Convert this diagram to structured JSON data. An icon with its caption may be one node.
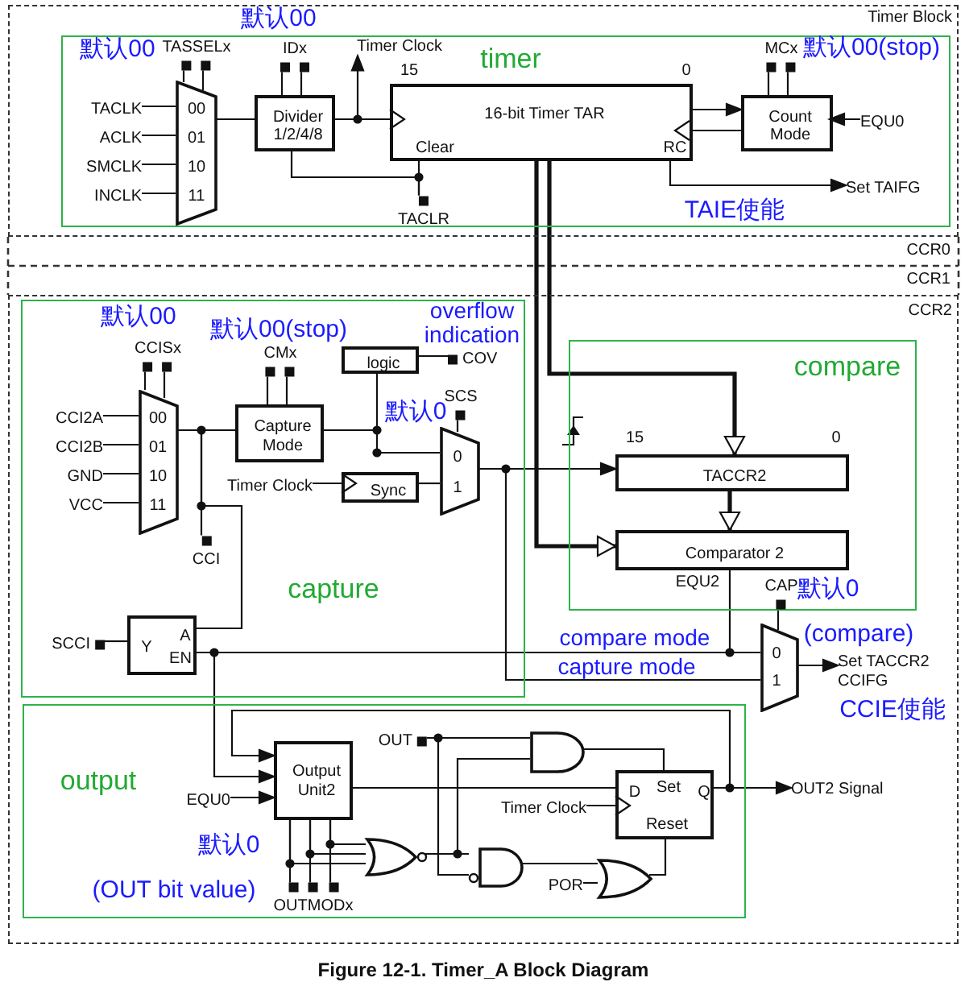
{
  "diagram": {
    "caption": "Figure 12-1. Timer_A Block Diagram",
    "nodes": [
      {
        "text": [
          "Timer Block"
        ]
      },
      {
        "text": [
          "timer"
        ],
        "in": 0
      },
      {
        "text": [
          "00",
          "01",
          "10",
          "11"
        ],
        "in": 1
      },
      {
        "text": [
          "Divider 1/2/4/8"
        ],
        "in": 1
      },
      {
        "text": [
          "15",
          "0",
          "16-bit Timer TAR",
          "Clear",
          "RC"
        ],
        "in": 1
      },
      {
        "text": [
          "Count Mode"
        ],
        "in": 1
      },
      {
        "text": [
          "TACLK"
        ],
        "in": 1
      },
      {
        "text": [
          "ACLK"
        ],
        "in": 1
      },
      {
        "text": [
          "SMCLK"
        ],
        "in": 1
      },
      {
        "text": [
          "INCLK"
        ],
        "in": 1
      },
      {
        "text": [
          "Timer Clock"
        ],
        "in": 1
      },
      {
        "text": [
          "TACLR"
        ],
        "in": 1
      },
      {
        "text": [
          "EQU0"
        ],
        "in": 1
      },
      {
        "text": [
          "Set TAIFG"
        ],
        "in": 1
      },
      {
        "text": [
          "CCR2"
        ]
      },
      {
        "text": [
          "capture"
        ],
        "in": 14
      },
      {
        "text": [
          "00",
          "01",
          "10",
          "11"
        ],
        "in": 15
      },
      {
        "text": [
          "CCI2A"
        ],
        "in": 15
      },
      {
        "text": [
          "CCI2B"
        ],
        "in": 15
      },
      {
        "text": [
          "GND"
        ],
        "in": 15
      },
      {
        "text": [
          "VCC"
        ],
        "in": 15
      },
      {
        "text": [
          "Capture Mode"
        ],
        "in": 15
      },
      {
        "text": [
          "logic"
        ],
        "in": 15
      },
      {
        "text": [
          "COV"
        ],
        "in": 15
      },
      {
        "text": [
          "Sync"
        ],
        "in": 15
      },
      {
        "text": [
          "Timer Clock"
        ],
        "in": 15
      },
      {
        "text": [
          "0",
          "1"
        ],
        "in": 15
      },
      {
        "text": [
          "CCI"
        ],
        "in": 15
      },
      {
        "text": [
          "Y",
          "A",
          "EN"
        ],
        "in": 15
      },
      {
        "text": [
          "SCCI"
        ],
        "in": 15
      },
      {
        "text": [
          "compare"
        ],
        "in": 14
      },
      {
        "text": [
          "15",
          "0",
          "TACCR2"
        ],
        "in": 30
      },
      {
        "text": [
          "Comparator 2"
        ],
        "in": 30
      },
      {
        "text": [
          "0",
          "1"
        ],
        "in": 14
      },
      {
        "text": [
          "Set TACCR2 CCIFG"
        ],
        "in": 14
      },
      {
        "text": [
          "output"
        ],
        "in": 14
      },
      {
        "text": [
          "Output Unit2"
        ],
        "in": 35
      },
      {
        "text": [
          "EQU0"
        ],
        "in": 35
      },
      {
        "text": [
          "OUT"
        ],
        "in": 35
      },
      {
        "text": [],
        "shape": "gate",
        "in": 35
      },
      {
        "text": [
          "D",
          "Set",
          "Q",
          "Reset"
        ],
        "in": 35
      },
      {
        "text": [
          "Timer Clock"
        ],
        "in": 35
      },
      {
        "text": [],
        "shape": "gate",
        "in": 35
      },
      {
        "text": [],
        "shape": "gate",
        "in": 35
      },
      {
        "text": [
          "POR"
        ],
        "in": 35
      },
      {
        "text": [],
        "shape": "gate",
        "in": 35
      },
      {
        "text": [
          "OUT2 Signal"
        ],
        "in": 14
      },
      {
        "text": [
          "TASSELx"
        ],
        "in": 1
      },
      {
        "text": [
          "IDx"
        ],
        "in": 1
      },
      {
        "text": [
          "MCx"
        ],
        "in": 1
      },
      {
        "text": [
          "CCISx"
        ],
        "in": 15
      },
      {
        "text": [
          "CMx"
        ],
        "in": 15
      },
      {
        "text": [
          "SCS"
        ],
        "in": 15
      },
      {
        "text": [
          "CAP"
        ],
        "in": 30
      },
      {
        "text": [
          "OUTMODx"
        ],
        "in": 35
      }
    ],
    "edges": [
      {
        "from": 6,
        "to": 2,
        "arrow": "none"
      },
      {
        "from": 7,
        "to": 2,
        "arrow": "none"
      },
      {
        "from": 8,
        "to": 2,
        "arrow": "none"
      },
      {
        "from": 9,
        "to": 2,
        "arrow": "none"
      },
      {
        "from": 2,
        "to": 3,
        "arrow": "none"
      },
      {
        "from": 3,
        "to": 4,
        "arrow": "to"
      },
      {
        "from": 3,
        "to": 10,
        "arrow": "to"
      },
      {
        "from": 4,
        "to": 5,
        "arrow": "to"
      },
      {
        "from": 5,
        "to": 4,
        "arrow": "to"
      },
      {
        "from": 12,
        "to": 5,
        "arrow": "to"
      },
      {
        "from": 4,
        "to": 13,
        "arrow": "to"
      },
      {
        "from": 4,
        "to": 11,
        "arrow": "none"
      },
      {
        "from": 3,
        "to": 11,
        "arrow": "none"
      },
      {
        "from": 4,
        "to": 31,
        "arrow": "to",
        "style": "thick"
      },
      {
        "from": 4,
        "to": 32,
        "arrow": "to",
        "style": "thick"
      },
      {
        "from": 31,
        "to": 32,
        "arrow": "to",
        "style": "thick"
      },
      {
        "from": 17,
        "to": 16,
        "arrow": "none"
      },
      {
        "from": 18,
        "to": 16,
        "arrow": "none"
      },
      {
        "from": 19,
        "to": 16,
        "arrow": "none"
      },
      {
        "from": 20,
        "to": 16,
        "arrow": "none"
      },
      {
        "from": 16,
        "to": 21,
        "arrow": "none"
      },
      {
        "from": 16,
        "to": 27,
        "arrow": "none"
      },
      {
        "from": 16,
        "to": 28,
        "arrow": "none"
      },
      {
        "from": 21,
        "to": 22,
        "arrow": "none"
      },
      {
        "from": 22,
        "to": 23,
        "arrow": "none"
      },
      {
        "from": 21,
        "to": 26,
        "arrow": "none"
      },
      {
        "from": 25,
        "to": 24,
        "arrow": "to"
      },
      {
        "from": 24,
        "to": 26,
        "arrow": "none"
      },
      {
        "from": 26,
        "to": 31,
        "arrow": "to"
      },
      {
        "from": 26,
        "to": 33,
        "arrow": "none"
      },
      {
        "from": 32,
        "to": 33,
        "arrow": "none"
      },
      {
        "from": 28,
        "to": 33,
        "arrow": "none"
      },
      {
        "from": 29,
        "to": 28,
        "arrow": "none"
      },
      {
        "from": 28,
        "to": 36,
        "arrow": "to"
      },
      {
        "from": 33,
        "to": 34,
        "arrow": "to"
      },
      {
        "from": 37,
        "to": 36,
        "arrow": "to"
      },
      {
        "from": 40,
        "to": 36,
        "arrow": "to"
      },
      {
        "from": 36,
        "to": 40,
        "arrow": "none"
      },
      {
        "from": 40,
        "to": 46,
        "arrow": "to"
      },
      {
        "from": 41,
        "to": 40,
        "arrow": "to"
      },
      {
        "from": 38,
        "to": 39,
        "arrow": "none"
      },
      {
        "from": 38,
        "to": 43,
        "arrow": "none"
      },
      {
        "from": 39,
        "to": 40,
        "arrow": "none"
      },
      {
        "from": 42,
        "to": 43,
        "arrow": "none"
      },
      {
        "from": 42,
        "to": 39,
        "arrow": "none"
      },
      {
        "from": 43,
        "to": 45,
        "arrow": "none"
      },
      {
        "from": 44,
        "to": 45,
        "arrow": "none"
      },
      {
        "from": 45,
        "to": 40,
        "arrow": "none"
      },
      {
        "from": 36,
        "to": 42,
        "arrow": "none"
      },
      {
        "from": 36,
        "to": 42,
        "arrow": "none"
      },
      {
        "from": 36,
        "to": 42,
        "arrow": "none"
      },
      {
        "from": 47,
        "to": 2,
        "arrow": "none"
      },
      {
        "from": 47,
        "to": 2,
        "arrow": "none"
      },
      {
        "from": 48,
        "to": 3,
        "arrow": "none"
      },
      {
        "from": 48,
        "to": 3,
        "arrow": "none"
      },
      {
        "from": 49,
        "to": 5,
        "arrow": "none"
      },
      {
        "from": 49,
        "to": 5,
        "arrow": "none"
      },
      {
        "from": 50,
        "to": 16,
        "arrow": "none"
      },
      {
        "from": 50,
        "to": 16,
        "arrow": "none"
      },
      {
        "from": 51,
        "to": 21,
        "arrow": "none"
      },
      {
        "from": 51,
        "to": 21,
        "arrow": "none"
      },
      {
        "from": 52,
        "to": 26,
        "arrow": "none"
      },
      {
        "from": 53,
        "to": 33,
        "arrow": "none"
      },
      {
        "from": 54,
        "to": 36,
        "arrow": "none"
      },
      {
        "from": 54,
        "to": 36,
        "arrow": "none"
      },
      {
        "from": 54,
        "to": 36,
        "arrow": "none"
      }
    ],
    "labels": [
      "默认00",
      "默认00",
      "默认00(stop)",
      "TAIE使能",
      "CCR0",
      "CCR1",
      "overflow indication",
      "默认00",
      "默认00(stop)",
      "默认0",
      "EQU2",
      "默认0",
      "(compare)",
      "compare mode",
      "capture mode",
      "CCIE使能",
      "默认0",
      "(OUT bit value)"
    ]
  }
}
